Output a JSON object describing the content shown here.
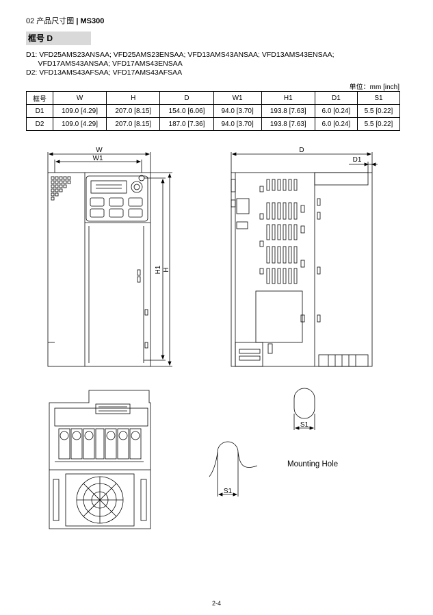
{
  "header": {
    "section": "02 产品尺寸图",
    "separator": "|",
    "series": "MS300"
  },
  "frame_title": "框号  D",
  "models": {
    "d1_line1": "D1: VFD25AMS23ANSAA; VFD25AMS23ENSAA; VFD13AMS43ANSAA; VFD13AMS43ENSAA;",
    "d1_line2": "      VFD17AMS43ANSAA; VFD17AMS43ENSAA",
    "d2_line": "D2: VFD13AMS43AFSAA; VFD17AMS43AFSAA"
  },
  "unit_label": "单位：mm [inch]",
  "table": {
    "headers": [
      "框号",
      "W",
      "H",
      "D",
      "W1",
      "H1",
      "D1",
      "S1"
    ],
    "rows": [
      [
        "D1",
        "109.0 [4.29]",
        "207.0 [8.15]",
        "154.0 [6.06]",
        "94.0 [3.70]",
        "193.8 [7.63]",
        "6.0 [0.24]",
        "5.5 [0.22]"
      ],
      [
        "D2",
        "109.0 [4.29]",
        "207.0 [8.15]",
        "187.0 [7.36]",
        "94.0 [3.70]",
        "193.8 [7.63]",
        "6.0 [0.24]",
        "5.5 [0.22]"
      ]
    ]
  },
  "drawing_labels": {
    "w": "W",
    "w1": "W1",
    "h": "H",
    "h1": "H1",
    "d": "D",
    "d1": "D1",
    "s1_top": "S1",
    "s1_bottom": "S1"
  },
  "mounting_hole_label": "Mounting Hole",
  "page_number": "2-4"
}
